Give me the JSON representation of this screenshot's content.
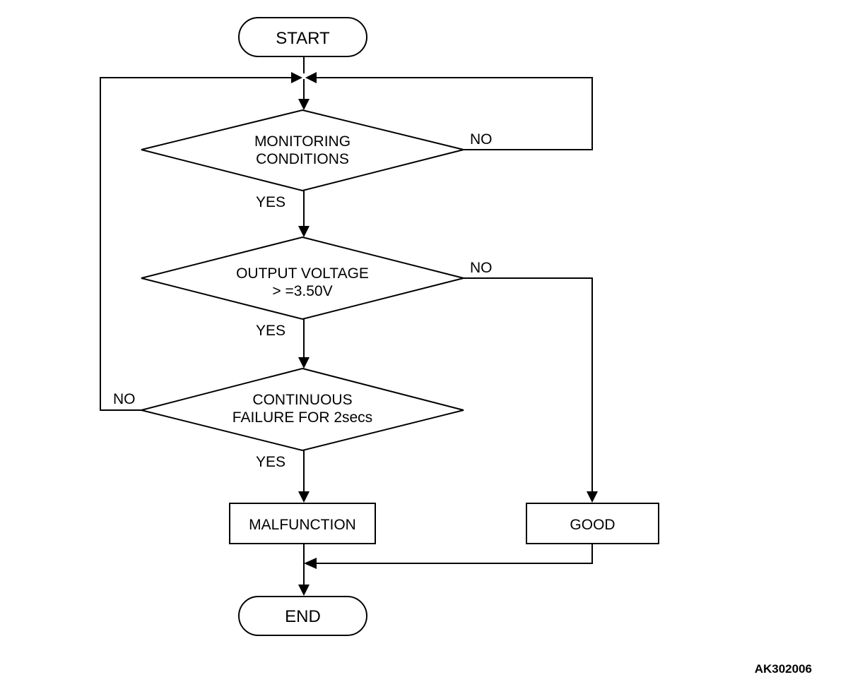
{
  "terminals": {
    "start": "START",
    "end": "END"
  },
  "decisions": {
    "monitoring": [
      "MONITORING",
      "CONDITIONS"
    ],
    "voltage": [
      "OUTPUT VOLTAGE",
      "> =3.50V"
    ],
    "continuous": [
      "CONTINUOUS",
      "FAILURE FOR 2secs"
    ]
  },
  "processes": {
    "malfunction": "MALFUNCTION",
    "good": "GOOD"
  },
  "edge_labels": {
    "monitoring_no": "NO",
    "monitoring_yes": "YES",
    "voltage_no": "NO",
    "voltage_yes": "YES",
    "continuous_no": "NO",
    "continuous_yes": "YES"
  },
  "reference_code": "AK302006"
}
